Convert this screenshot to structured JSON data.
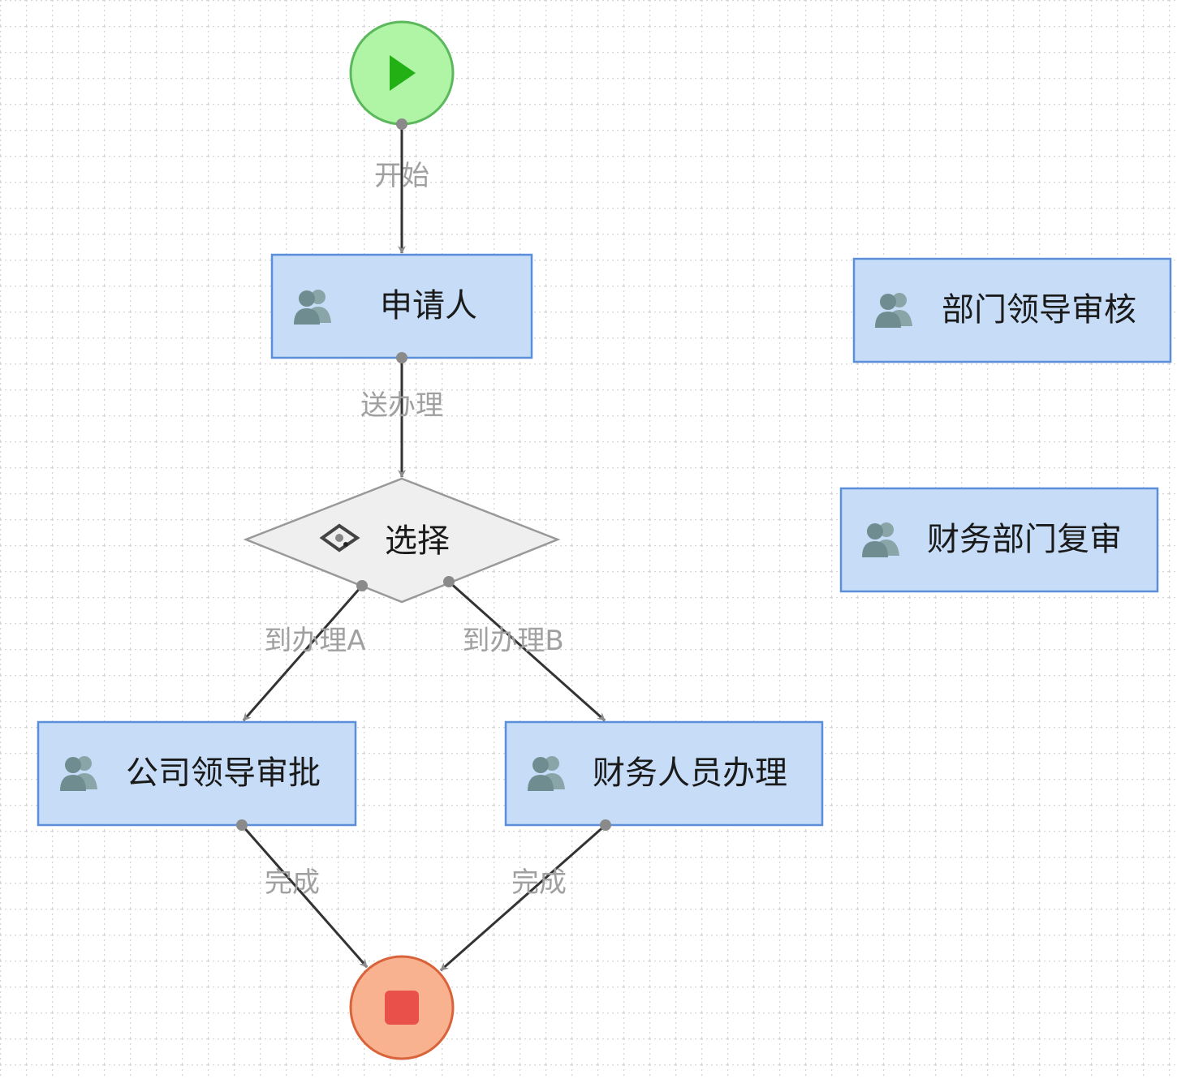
{
  "diagram": {
    "start": {
      "label": "start",
      "fill": "#b0f5a5",
      "stroke": "#5cb85c",
      "icon": "play-icon"
    },
    "end": {
      "label": "end",
      "fill": "#f9b28f",
      "stroke": "#d9633a",
      "icon": "stop-icon"
    },
    "tasks": {
      "applicant": "申请人",
      "dept_leader_review": "部门领导审核",
      "finance_dept_recheck": "财务部门复审",
      "company_leader_approve": "公司领导审批",
      "finance_staff_handle": "财务人员办理"
    },
    "gateway": {
      "label": "选择",
      "icon": "gateway-icon"
    },
    "edges": {
      "start_to_applicant": "开始",
      "applicant_to_gateway": "送办理",
      "gateway_to_a": "到办理A",
      "gateway_to_b": "到办理B",
      "a_to_end": "完成",
      "b_to_end": "完成"
    },
    "colors": {
      "task_fill": "#c6dcf7",
      "task_stroke": "#5b8fd9",
      "gateway_fill": "#efefef"
    }
  }
}
